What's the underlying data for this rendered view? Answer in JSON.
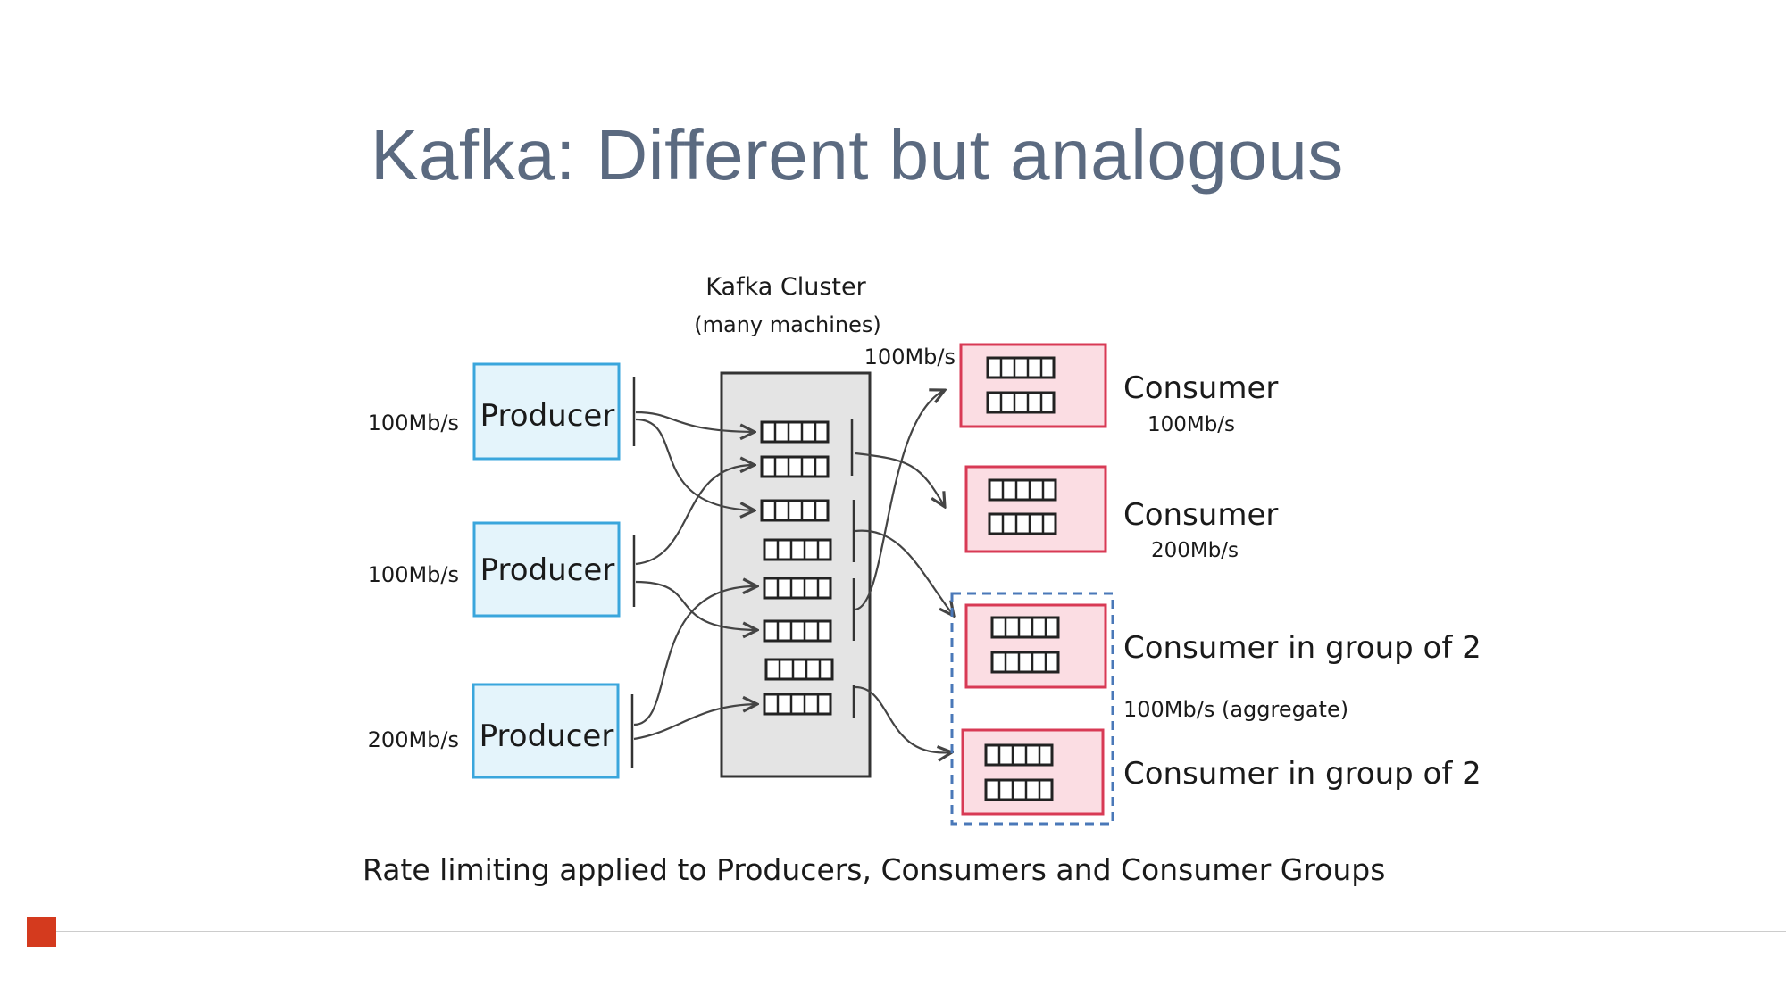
{
  "slide": {
    "title": "Kafka: Different but analogous",
    "caption": "Rate limiting applied to Producers, Consumers and Consumer Groups"
  },
  "cluster": {
    "title": "Kafka Cluster",
    "subtitle": "(many machines)"
  },
  "producers": [
    {
      "label": "Producer",
      "rate": "100Mb/s"
    },
    {
      "label": "Producer",
      "rate": "100Mb/s"
    },
    {
      "label": "Producer",
      "rate": "200Mb/s"
    }
  ],
  "consumers": [
    {
      "label": "Consumer",
      "rate": "100Mb/s",
      "top_rate": "100Mb/s"
    },
    {
      "label": "Consumer",
      "rate": "200Mb/s"
    },
    {
      "label": "Consumer in group of 2"
    },
    {
      "label": "Consumer in group of 2"
    }
  ],
  "consumer_group": {
    "rate": "100Mb/s (aggregate)"
  },
  "colors": {
    "title": "#5b6a80",
    "producer_border": "#3aa6dc",
    "producer_fill": "#e4f4fb",
    "consumer_border": "#d83a55",
    "consumer_fill": "#fbdde3",
    "cluster_fill": "#e4e4e4",
    "group_border": "#4a78b8",
    "accent": "#d43a1e"
  }
}
